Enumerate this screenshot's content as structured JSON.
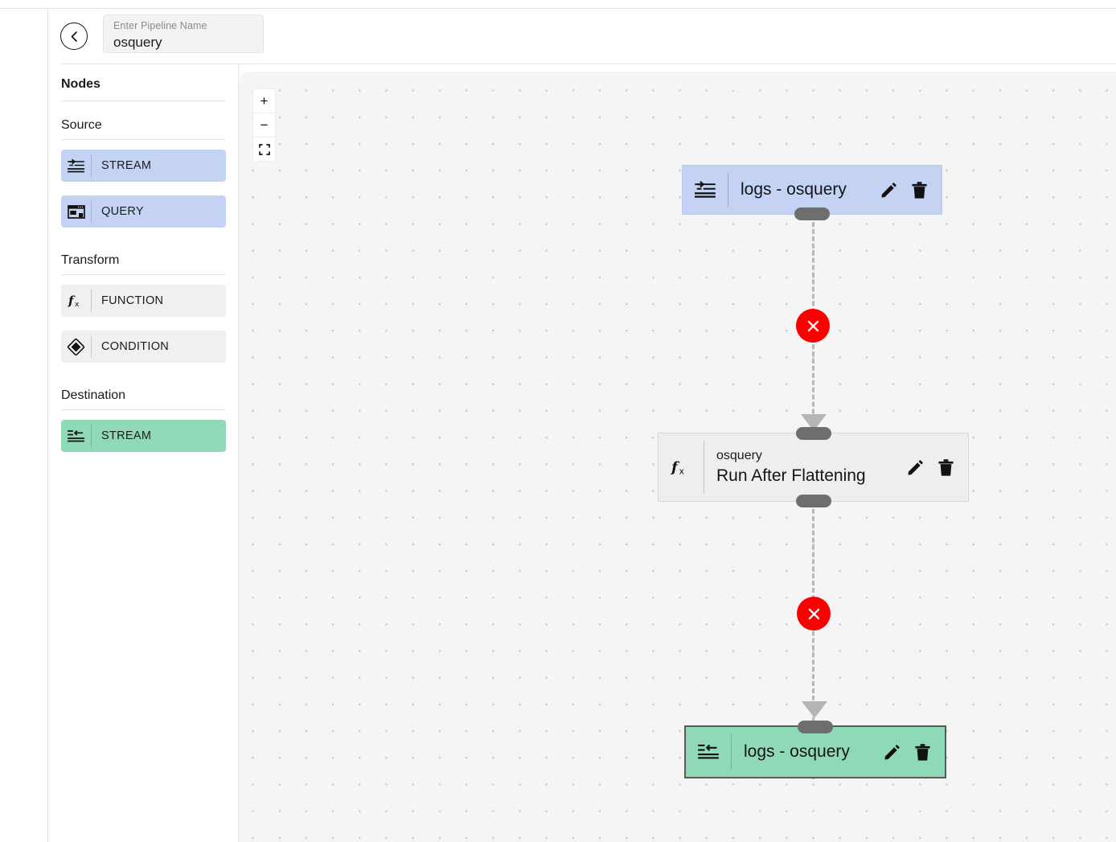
{
  "header": {
    "back_button": "back",
    "pipeline_field": {
      "label": "Enter Pipeline Name",
      "value": "osquery",
      "placeholder": "Enter Pipeline Name"
    }
  },
  "sidebar": {
    "title": "Nodes",
    "groups": [
      {
        "title": "Source",
        "items": [
          {
            "label": "STREAM",
            "icon": "stream-in-icon",
            "color": "#c4d2f4"
          },
          {
            "label": "QUERY",
            "icon": "sql-query-icon",
            "color": "#c4d2f4"
          }
        ]
      },
      {
        "title": "Transform",
        "items": [
          {
            "label": "FUNCTION",
            "icon": "function-fx-icon",
            "color": "#f0f0f0"
          },
          {
            "label": "CONDITION",
            "icon": "condition-diamond-icon",
            "color": "#f0f0f0"
          }
        ]
      },
      {
        "title": "Destination",
        "items": [
          {
            "label": "STREAM",
            "icon": "stream-out-icon",
            "color": "#8fd9b6"
          }
        ]
      }
    ]
  },
  "canvas": {
    "zoom_controls": {
      "zoom_in": "+",
      "zoom_out": "−",
      "fit_view": "fit"
    },
    "nodes": [
      {
        "id": "source",
        "type": "stream-source",
        "title": "logs - osquery",
        "icon": "stream-in-icon",
        "color": "#c4d2f4",
        "edit_action": "edit-pencil-icon",
        "delete_action": "delete-trash-icon"
      },
      {
        "id": "function",
        "type": "function-transform",
        "subtitle": "osquery",
        "title": "Run After Flattening",
        "icon": "function-fx-icon",
        "color": "#eeeeee",
        "edit_action": "edit-pencil-icon",
        "delete_action": "delete-trash-icon"
      },
      {
        "id": "destination",
        "type": "stream-destination",
        "title": "logs - osquery",
        "icon": "stream-out-icon",
        "color": "#8fd9b6",
        "edit_action": "edit-pencil-icon",
        "delete_action": "delete-trash-icon",
        "selected": true
      }
    ],
    "edges": [
      {
        "id": "edge-1",
        "from": "source",
        "to": "function",
        "delete_label": "×"
      },
      {
        "id": "edge-2",
        "from": "function",
        "to": "destination",
        "delete_label": "×"
      }
    ]
  },
  "colors": {
    "source_blue": "#c4d2f4",
    "transform_grey": "#eeeeee",
    "destination_green": "#8fd9b6",
    "edge_delete_red": "#fb0000",
    "handle_grey": "#6e6e6e",
    "canvas_bg": "#f5f5f5"
  }
}
